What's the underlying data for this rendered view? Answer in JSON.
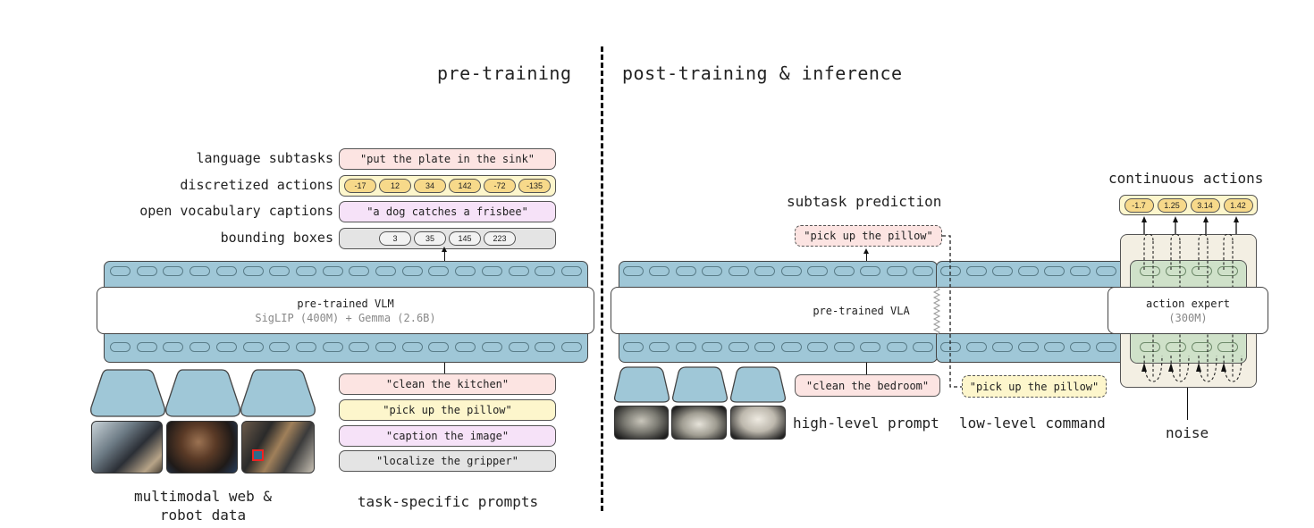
{
  "sections": {
    "pre_training_title": "pre-training",
    "post_training_title": "post-training & inference"
  },
  "pretraining": {
    "output_rows": [
      {
        "label": "language subtasks",
        "kind": "text",
        "text": "\"put the plate in the sink\"",
        "color": "#fce4e2"
      },
      {
        "label": "discretized actions",
        "kind": "chips",
        "chips": [
          "-17",
          "12",
          "34",
          "142",
          "-72",
          "-135"
        ],
        "color": "#fdf6cc"
      },
      {
        "label": "open vocabulary captions",
        "kind": "text",
        "text": "\"a dog catches a frisbee\"",
        "color": "#f6e2f8"
      },
      {
        "label": "bounding boxes",
        "kind": "chips",
        "chips": [
          "3",
          "35",
          "145",
          "223"
        ],
        "color": "#e4e4e4"
      }
    ],
    "model": {
      "name": "pre-trained VLM",
      "subtitle": "SigLIP (400M) + Gemma (2.6B)"
    },
    "prompts": [
      {
        "text": "\"clean the kitchen\"",
        "color": "#fce4e2"
      },
      {
        "text": "\"pick up the pillow\"",
        "color": "#fdf6cc"
      },
      {
        "text": "\"caption the image\"",
        "color": "#f6e2f8"
      },
      {
        "text": "\"localize the gripper\"",
        "color": "#e4e4e4"
      }
    ],
    "data_label": [
      "multimodal web &",
      "robot data"
    ],
    "prompts_label": "task-specific prompts"
  },
  "posttraining": {
    "subtask_label": "subtask prediction",
    "subtask_output": "\"pick up the pillow\"",
    "model": {
      "name": "pre-trained VLA"
    },
    "high_level_prompt": "\"clean the bedroom\"",
    "high_level_label": "high-level prompt",
    "low_level_command": "\"pick up the pillow\"",
    "low_level_label": "low-level command",
    "continuous_label": "continuous actions",
    "continuous_values": [
      "-1.7",
      "1.25",
      "3.14",
      "1.42"
    ],
    "action_expert": {
      "name": "action expert",
      "subtitle": "(300M)"
    },
    "noise_label": "noise"
  },
  "colors": {
    "token_bar": "#9fc7d7",
    "action_outer": "#f3efe3",
    "action_inner": "#cfe1c9",
    "chip_yellow": "#f7d98a"
  }
}
